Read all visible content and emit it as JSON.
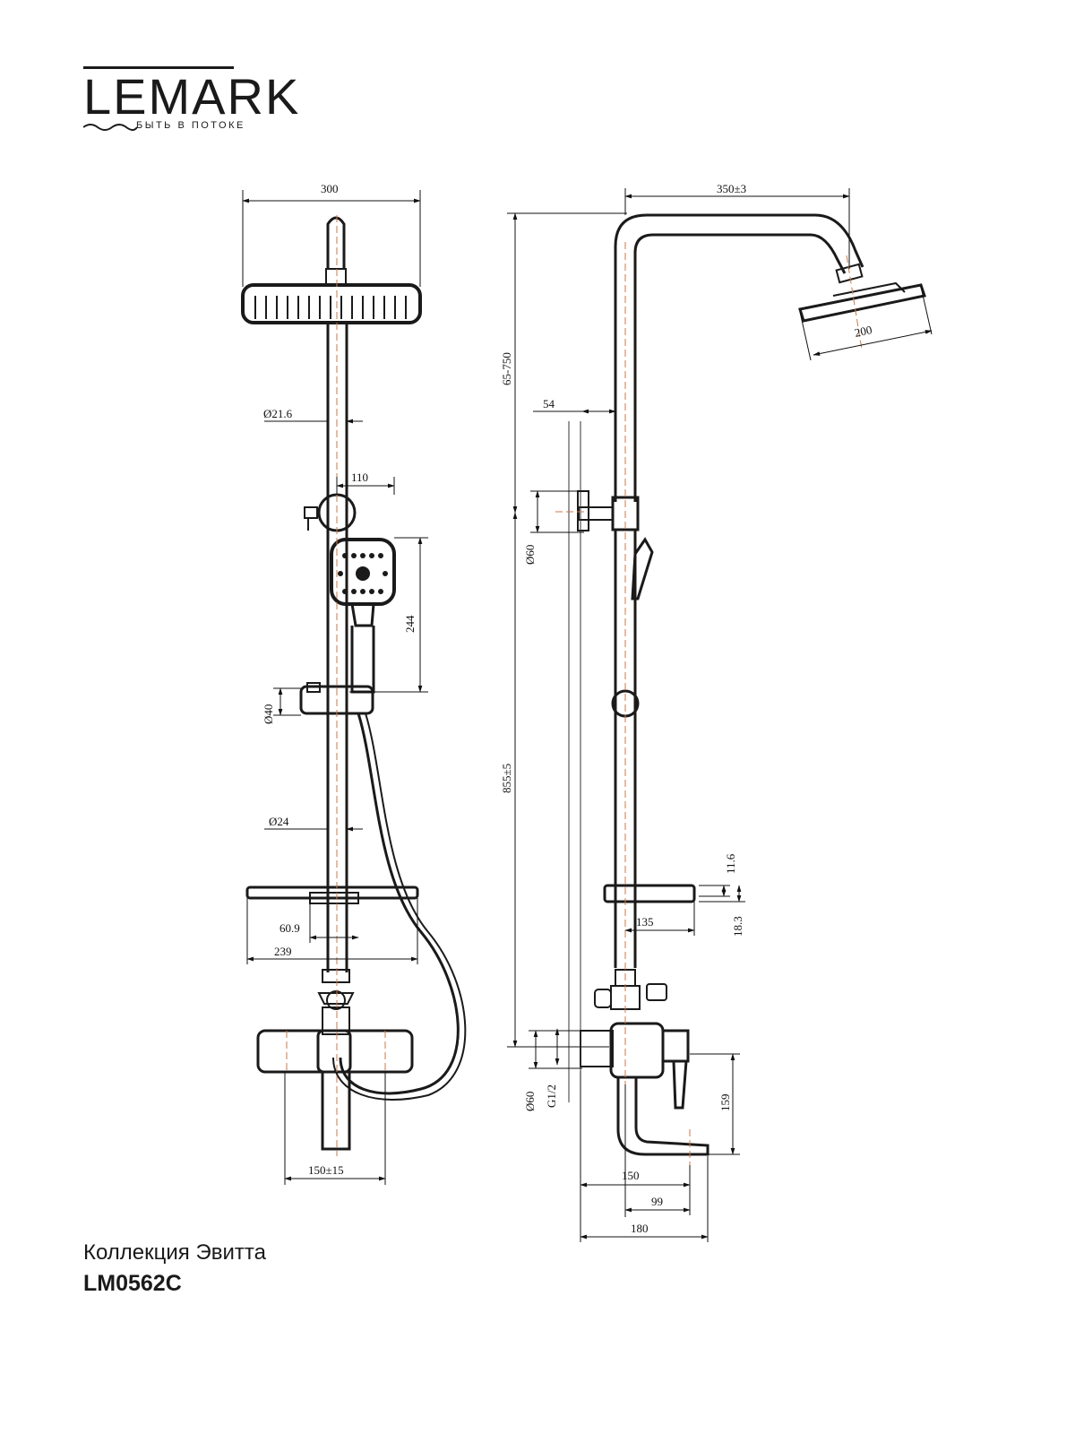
{
  "brand": {
    "name": "LEMARK",
    "tagline": "БЫТЬ В ПОТОКЕ"
  },
  "footer": {
    "collection": "Коллекция Эвитта",
    "model": "LM0562C"
  },
  "dimensions": {
    "front": {
      "head_width": "300",
      "pipe_diameter_top": "Ø21.6",
      "holder_offset": "110",
      "hand_shower_height": "244",
      "slider_diameter": "Ø40",
      "pipe_diameter_bottom": "Ø24",
      "shelf_inner": "60.9",
      "shelf_width": "239",
      "mixer_spacing": "150±15"
    },
    "side": {
      "arm_reach": "350±3",
      "head_diameter": "200",
      "height_adjust": "65-750",
      "wall_offset": "54",
      "wall_bracket_diameter": "Ø60",
      "total_height": "855±5",
      "shelf_thickness": "11.6",
      "shelf_depth": "135",
      "shelf_height": "18.3",
      "flange_diameter": "Ø60",
      "thread": "G1/2",
      "spout_height": "159",
      "spout_length": "150",
      "spout_tip": "99",
      "total_depth": "180"
    }
  },
  "colors": {
    "line": "#1a1a1a",
    "centerline": "#c97a4a"
  }
}
